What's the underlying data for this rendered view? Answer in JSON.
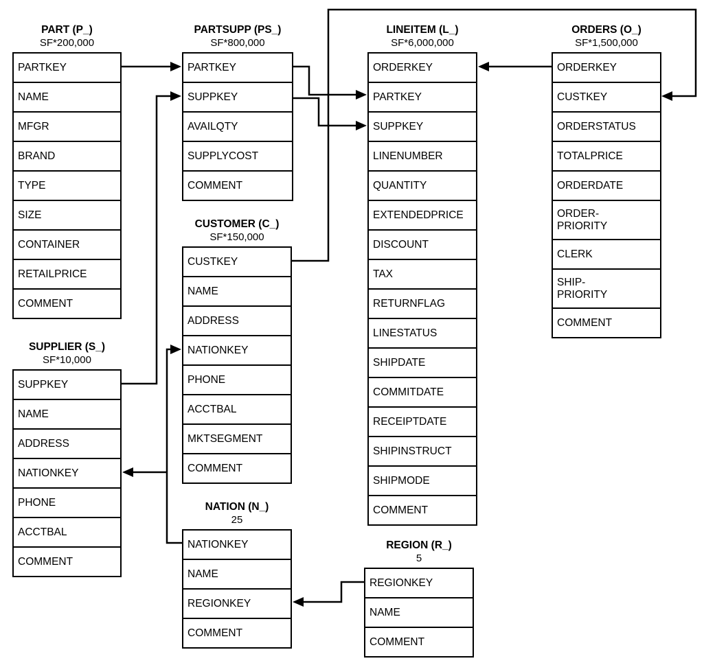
{
  "tables": [
    {
      "id": "part",
      "title": "PART (P_)",
      "cardinality": "SF*200,000",
      "rows": [
        "PARTKEY",
        "NAME",
        "MFGR",
        "BRAND",
        "TYPE",
        "SIZE",
        "CONTAINER",
        "RETAILPRICE",
        "COMMENT"
      ]
    },
    {
      "id": "partsupp",
      "title": "PARTSUPP (PS_)",
      "cardinality": "SF*800,000",
      "rows": [
        "PARTKEY",
        "SUPPKEY",
        "AVAILQTY",
        "SUPPLYCOST",
        "COMMENT"
      ]
    },
    {
      "id": "lineitem",
      "title": "LINEITEM (L_)",
      "cardinality": "SF*6,000,000",
      "rows": [
        "ORDERKEY",
        "PARTKEY",
        "SUPPKEY",
        "LINENUMBER",
        "QUANTITY",
        "EXTENDEDPRICE",
        "DISCOUNT",
        "TAX",
        "RETURNFLAG",
        "LINESTATUS",
        "SHIPDATE",
        "COMMITDATE",
        "RECEIPTDATE",
        "SHIPINSTRUCT",
        "SHIPMODE",
        "COMMENT"
      ]
    },
    {
      "id": "orders",
      "title": "ORDERS (O_)",
      "cardinality": "SF*1,500,000",
      "rows": [
        "ORDERKEY",
        "CUSTKEY",
        "ORDERSTATUS",
        "TOTALPRICE",
        "ORDERDATE",
        {
          "label": "ORDER-\nPRIORITY",
          "tall": true
        },
        "CLERK",
        {
          "label": "SHIP-\nPRIORITY",
          "tall": true
        },
        "COMMENT"
      ]
    },
    {
      "id": "customer",
      "title": "CUSTOMER (C_)",
      "cardinality": "SF*150,000",
      "rows": [
        "CUSTKEY",
        "NAME",
        "ADDRESS",
        "NATIONKEY",
        "PHONE",
        "ACCTBAL",
        "MKTSEGMENT",
        "COMMENT"
      ]
    },
    {
      "id": "supplier",
      "title": "SUPPLIER (S_)",
      "cardinality": "SF*10,000",
      "rows": [
        "SUPPKEY",
        "NAME",
        "ADDRESS",
        "NATIONKEY",
        "PHONE",
        "ACCTBAL",
        "COMMENT"
      ]
    },
    {
      "id": "nation",
      "title": "NATION (N_)",
      "cardinality": "25",
      "rows": [
        "NATIONKEY",
        "NAME",
        "REGIONKEY",
        "COMMENT"
      ]
    },
    {
      "id": "region",
      "title": "REGION (R_)",
      "cardinality": "5",
      "rows": [
        "REGIONKEY",
        "NAME",
        "COMMENT"
      ]
    }
  ],
  "relationships": [
    {
      "from": "PART.PARTKEY",
      "to": "PARTSUPP.PARTKEY"
    },
    {
      "from": "SUPPLIER.SUPPKEY",
      "to": "PARTSUPP.SUPPKEY"
    },
    {
      "from": "PARTSUPP.PARTKEY",
      "to": "LINEITEM.PARTKEY"
    },
    {
      "from": "PARTSUPP.SUPPKEY",
      "to": "LINEITEM.SUPPKEY"
    },
    {
      "from": "ORDERS.ORDERKEY",
      "to": "LINEITEM.ORDERKEY"
    },
    {
      "from": "CUSTOMER.CUSTKEY",
      "to": "ORDERS.CUSTKEY"
    },
    {
      "from": "NATION.NATIONKEY",
      "to": "CUSTOMER.NATIONKEY"
    },
    {
      "from": "NATION.NATIONKEY",
      "to": "SUPPLIER.NATIONKEY"
    },
    {
      "from": "REGION.REGIONKEY",
      "to": "NATION.REGIONKEY"
    }
  ],
  "colors": {
    "line": "#000000",
    "background": "#ffffff",
    "text": "#000000"
  }
}
